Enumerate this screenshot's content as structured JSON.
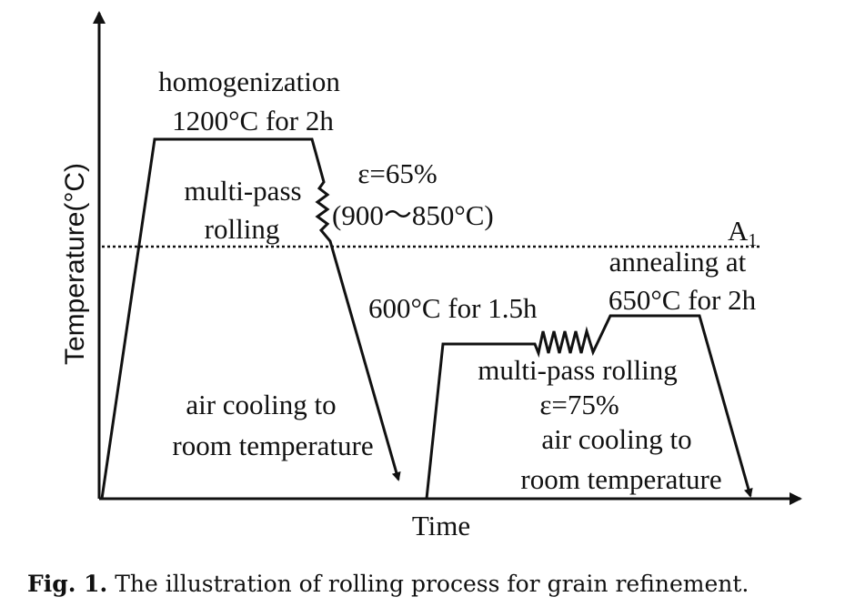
{
  "diagram": {
    "y_axis_label": "Temperature(°C)",
    "x_axis_label": "Time",
    "a1_label": "A",
    "a1_subscript": "1",
    "labels": {
      "homogenization": "homogenization",
      "homog_temp": "1200°C for 2h",
      "rolling1_a": "multi-pass",
      "rolling1_b": "rolling",
      "strain1": "ε=65%",
      "range1": "(900～850°C)",
      "cool1_a": "air cooling to",
      "cool1_b": "room temperature",
      "hold2": "600°C for 1.5h",
      "anneal_a": "annealing at",
      "anneal_b": "650°C for 2h",
      "rolling2": "multi-pass rolling",
      "strain2": "ε=75%",
      "cool2_a": "air cooling to",
      "cool2_b": "room temperature"
    }
  },
  "caption": {
    "label": "Fig. 1.",
    "text": "The illustration of rolling process for grain refinement."
  }
}
